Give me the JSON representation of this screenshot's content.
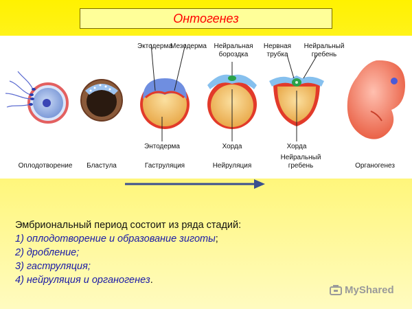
{
  "title": "Онтогенез",
  "labels": {
    "ectoderm": "Эктодерма",
    "mesoderm": "Мезодерма",
    "neural_groove": [
      "Нейральная",
      "бороздка"
    ],
    "neural_tube": [
      "Нервная",
      "трубка"
    ],
    "neural_crest_top": [
      "Нейральный",
      "гребень"
    ],
    "endoderm": "Энтодерма",
    "chord_1": "Хорда",
    "chord_2": "Хорда",
    "neural_crest_bottom": [
      "Нейральный",
      "гребень"
    ]
  },
  "stages": [
    "Оплодотворение",
    "Бластула",
    "Гаструляция",
    "Нейруляция",
    "Органогенез"
  ],
  "text": {
    "intro": "Эмбриональный период состоит из ряда стадий:",
    "items": [
      {
        "text": "1) оплодотворение и образование зиготы",
        "end": ";"
      },
      {
        "text": "2) дробление;",
        "end": ""
      },
      {
        "text": "3) гаструляция;",
        "end": ""
      },
      {
        "text": "4) нейруляция и органогенез",
        "end": "."
      }
    ]
  },
  "watermark": "MyShared",
  "colors": {
    "title_text": "#ff0000",
    "arrow": "#3a4f8f",
    "list_text": "#1a1aa6"
  }
}
